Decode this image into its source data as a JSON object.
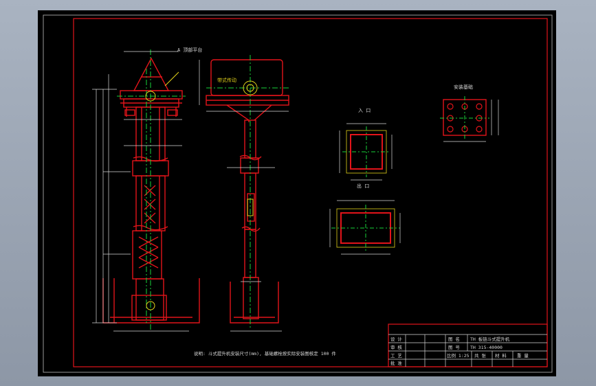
{
  "colors": {
    "background": "#000000",
    "frame": "#e3141a",
    "centerline": "#17d33a",
    "dimension": "#d8d8d8",
    "highlight": "#e3d21a",
    "window": "#9aa4b2"
  },
  "drawing": {
    "head_label": "A 顶部平台",
    "side_label": "带式传动",
    "flange_title": "安装基础",
    "inlet_title": "入 口",
    "outlet_title": "出 口",
    "note": "说明: 斗式提升机安装尺寸(mm), 基础螺栓按实际安装图核定 100 件"
  },
  "title_block": {
    "left_rows": [
      "设 计",
      "审 核",
      "工 艺",
      "批 准"
    ],
    "name_label": "图 名",
    "name_value": "TH 板链斗式提升机",
    "code_label": "图 号",
    "code_value": "TH 315-40000",
    "scale_row": [
      "比例 1:25",
      "共 张",
      "材 料",
      "重 量"
    ]
  }
}
